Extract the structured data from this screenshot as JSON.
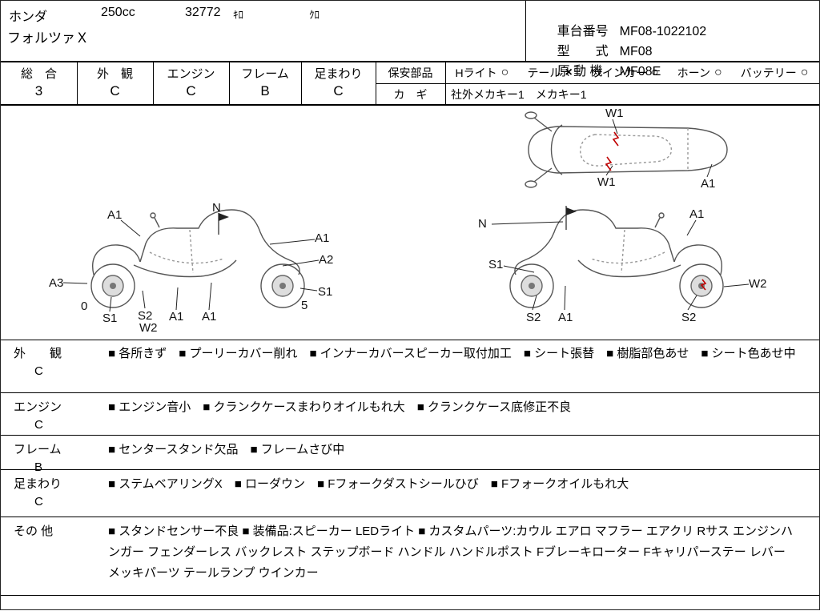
{
  "header": {
    "maker": "ホンダ",
    "displacement": "250cc",
    "mileage": "32772",
    "mileage_unit": "ｷﾛ",
    "color": "ｸﾛ",
    "model_name": "フォルツァＸ",
    "chassis_label": "車台番号",
    "chassis_value": "MF08-1022102",
    "type_label": "型　　式",
    "type_value": "MF08",
    "engine_label": "原 動 機",
    "engine_value": "MF08E"
  },
  "grades": {
    "cells": [
      {
        "label": "総　合",
        "value": "3"
      },
      {
        "label": "外　観",
        "value": "C"
      },
      {
        "label": "エンジン",
        "value": "C"
      },
      {
        "label": "フレーム",
        "value": "B"
      },
      {
        "label": "足まわり",
        "value": "C"
      }
    ]
  },
  "safety": {
    "title": "保安部品",
    "items": [
      {
        "label": "Hライト",
        "mark": "○"
      },
      {
        "label": "テール",
        "mark": "×"
      },
      {
        "label": "ウインカー",
        "mark": "○"
      },
      {
        "label": "ホーン",
        "mark": "○"
      },
      {
        "label": "バッテリー",
        "mark": "○"
      }
    ],
    "key_label": "カ　ギ",
    "key_value": "社外メカキー1　メカキー1"
  },
  "diagram": {
    "labels": [
      "A1",
      "N",
      "A1",
      "A2",
      "A3",
      "0",
      "S1",
      "S2",
      "W2",
      "A1",
      "A1",
      "S1",
      "5",
      "N",
      "S1",
      "A1",
      "W2",
      "S2",
      "A1",
      "S2",
      "W1",
      "W1",
      "A1"
    ]
  },
  "notes": [
    {
      "label": "外　　観",
      "grade": "C",
      "text": "■ 各所きず　■ プーリーカバー削れ　■ インナーカバースピーカー取付加工　■ シート張替　■ 樹脂部色あせ　■ シート色あせ中"
    },
    {
      "label": "エンジン",
      "grade": "C",
      "text": "■ エンジン音小　■ クランクケースまわりオイルもれ大　■ クランクケース底修正不良"
    },
    {
      "label": "フレーム",
      "grade": "B",
      "text": "■ センタースタンド欠品　■ フレームさび中"
    },
    {
      "label": "足まわり",
      "grade": "C",
      "text": "■ ステムベアリングX　■ ローダウン　■ Fフォークダストシールひび　■ Fフォークオイルもれ大"
    },
    {
      "label": "その 他",
      "grade": "",
      "text": "■ スタンドセンサー不良 ■ 装備品:スピーカー LEDライト ■ カスタムパーツ:カウル エアロ マフラー エアクリ Rサス エンジンハンガー フェンダーレス バックレスト ステップボード ハンドル ハンドルポスト Fブレーキローター Fキャリパーステー レバー メッキパーツ テールランプ ウインカー"
    },
    {
      "label": "",
      "grade": "",
      "text": ""
    }
  ]
}
